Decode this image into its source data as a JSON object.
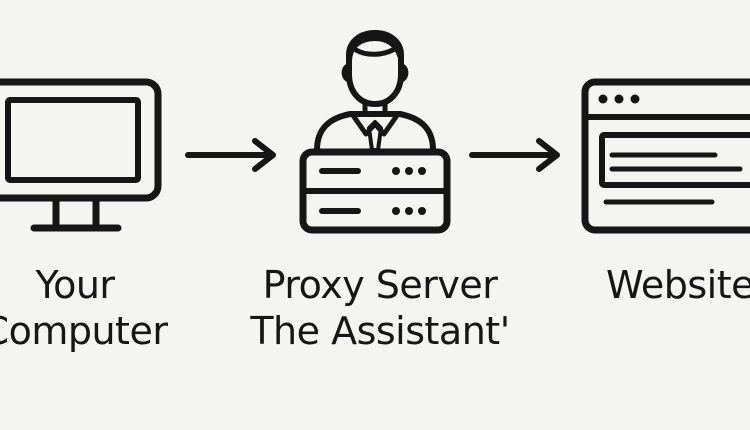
{
  "nodes": {
    "computer": {
      "line1": "Your",
      "line2": "Computer",
      "icon": "monitor-icon"
    },
    "proxy": {
      "line1": "Proxy Server",
      "line2": "The Assistant'",
      "icon": "person-server-icon"
    },
    "website": {
      "line1": "Website",
      "icon": "browser-window-icon"
    }
  },
  "connectors": [
    {
      "from": "computer",
      "to": "proxy",
      "icon": "arrow-right-icon"
    },
    {
      "from": "proxy",
      "to": "website",
      "icon": "arrow-right-icon"
    }
  ],
  "colors": {
    "background": "#f4f4f1",
    "ink": "#161616"
  }
}
